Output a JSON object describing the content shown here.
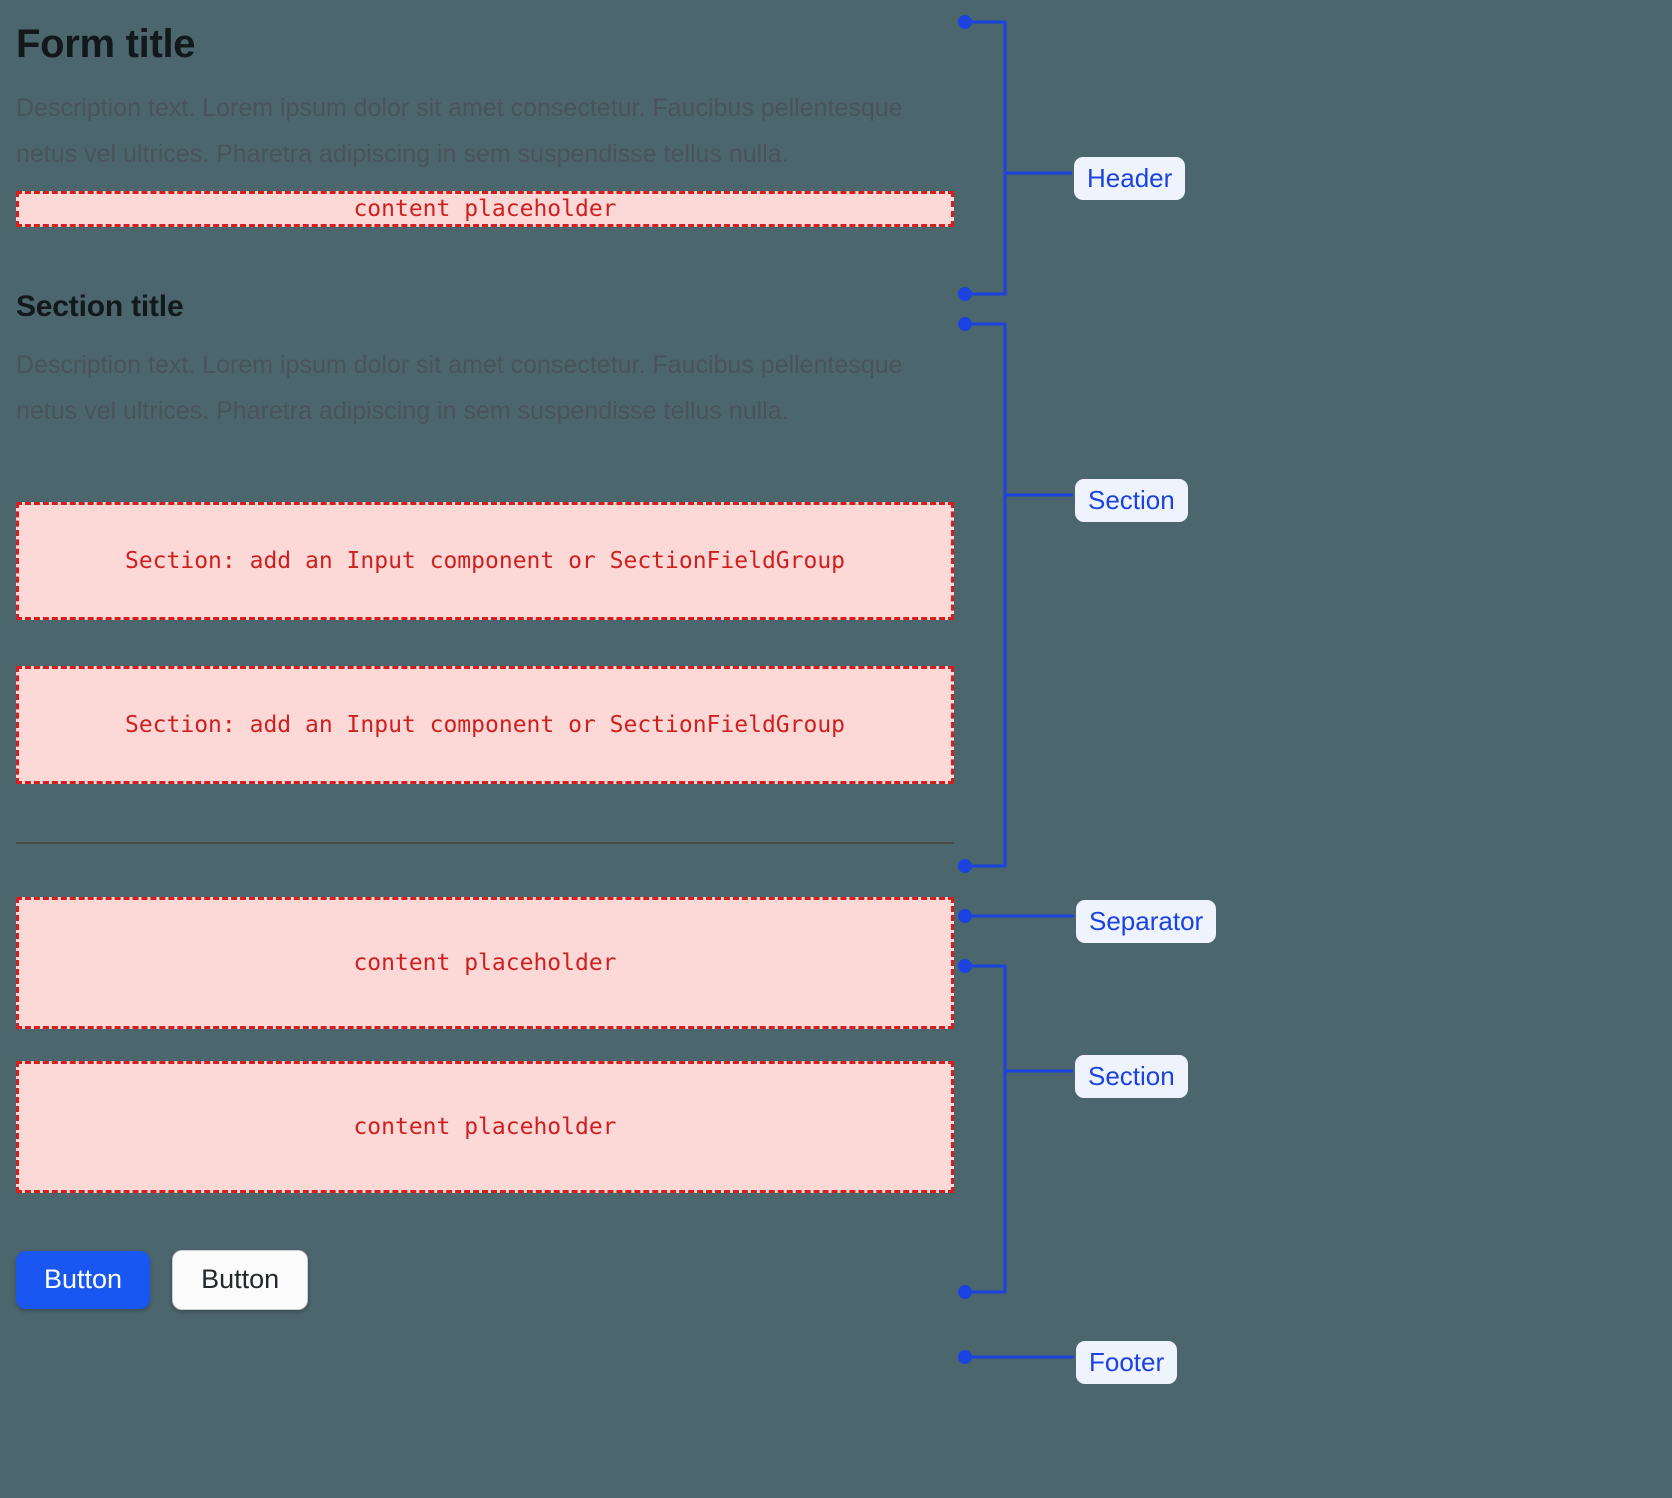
{
  "theme": {
    "background": "#4c666d",
    "heading_color": "#12181b",
    "description_color": "#49545a",
    "placeholder_bg": "#fcd9d7",
    "placeholder_border": "#d31f1f",
    "placeholder_text": "#cf2020",
    "annotation_blue": "#1a43e0",
    "annotation_bg": "#eef3fe",
    "primary_button_bg": "#1a56f0",
    "separator_color": "#4a4a4a"
  },
  "header": {
    "title": "Form title",
    "description": "Description text. Lorem ipsum dolor sit amet consectetur. Faucibus pellentesque netus vel ultrices. Pharetra adipiscing in sem suspendisse tellus nulla.",
    "placeholder": "content placeholder"
  },
  "section_one": {
    "title": "Section title",
    "description": "Description text. Lorem ipsum dolor sit amet consectetur. Faucibus pellentesque netus vel ultrices. Pharetra adipiscing in sem suspendisse tellus nulla.",
    "field_placeholder_1": "Section: add an Input component or SectionFieldGroup",
    "field_placeholder_2": "Section: add an Input component or SectionFieldGroup"
  },
  "section_two": {
    "placeholder_1": "content placeholder",
    "placeholder_2": "content placeholder"
  },
  "footer": {
    "primary_button": "Button",
    "secondary_button": "Button"
  },
  "annotations": {
    "header": "Header",
    "section_one": "Section",
    "separator": "Separator",
    "section_two": "Section",
    "footer": "Footer"
  }
}
